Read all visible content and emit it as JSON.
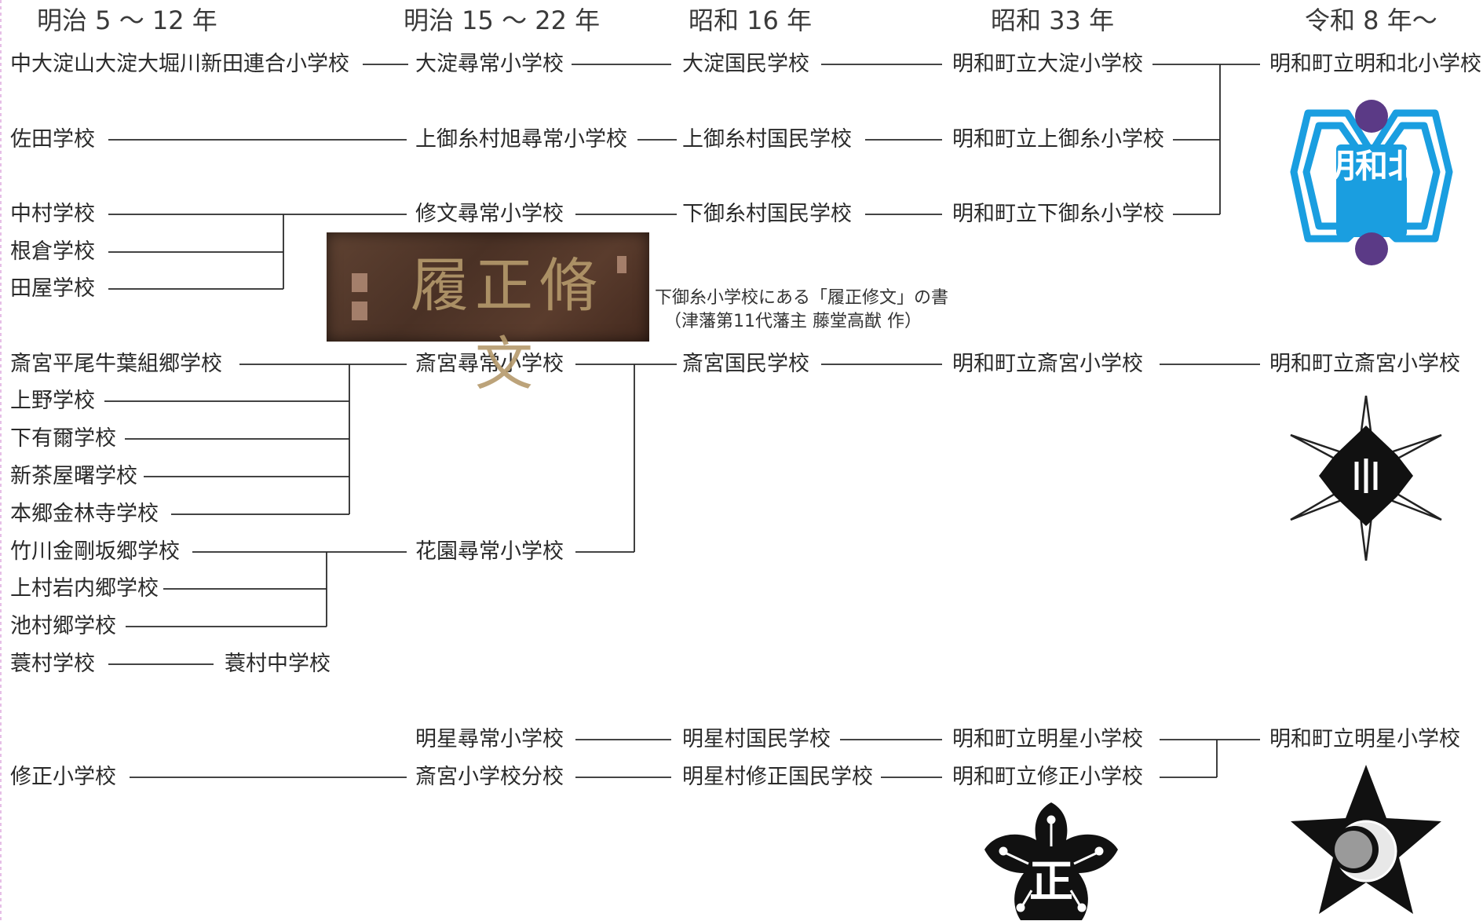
{
  "headers": [
    "明治 5 ～ 12 年",
    "明治 15 ～ 22 年",
    "昭和 16 年",
    "昭和 33 年",
    "令和 8 年～"
  ],
  "col1": [
    "中大淀山大淀大堀川新田連合小学校",
    "佐田学校",
    "中村学校",
    "根倉学校",
    "田屋学校",
    "斎宮平尾牛葉組郷学校",
    "上野学校",
    "下有爾学校",
    "新茶屋曙学校",
    "本郷金林寺学校",
    "竹川金剛坂郷学校",
    "上村岩内郷学校",
    "池村郷学校",
    "蓑村学校",
    "修正小学校"
  ],
  "minoson_chugakko": "蓑村中学校",
  "col2": [
    "大淀尋常小学校",
    "上御糸村旭尋常小学校",
    "修文尋常小学校",
    "斎宮尋常小学校",
    "花園尋常小学校",
    "明星尋常小学校",
    "斎宮小学校分校"
  ],
  "col3": [
    "大淀国民学校",
    "上御糸村国民学校",
    "下御糸村国民学校",
    "斎宮国民学校",
    "明星村国民学校",
    "明星村修正国民学校"
  ],
  "col4": [
    "明和町立大淀小学校",
    "明和町立上御糸小学校",
    "明和町立下御糸小学校",
    "明和町立斎宮小学校",
    "明和町立明星小学校",
    "明和町立修正小学校"
  ],
  "col5": [
    "明和町立明和北小学校",
    "明和町立斎宮小学校",
    "明和町立明星小学校"
  ],
  "caption_line1": "下御糸小学校にある「履正修文」の書",
  "caption_line2": "（津藩第11代藩主  藤堂高猷  作）",
  "plaque_text": "履正脩文",
  "emblem_meiwakita_text": "明和北",
  "emblem_shusei_text": "正",
  "colors": {
    "emblem_blue": "#1a9ee0",
    "emblem_purple": "#5b3a86",
    "line": "#2a2a2a"
  }
}
